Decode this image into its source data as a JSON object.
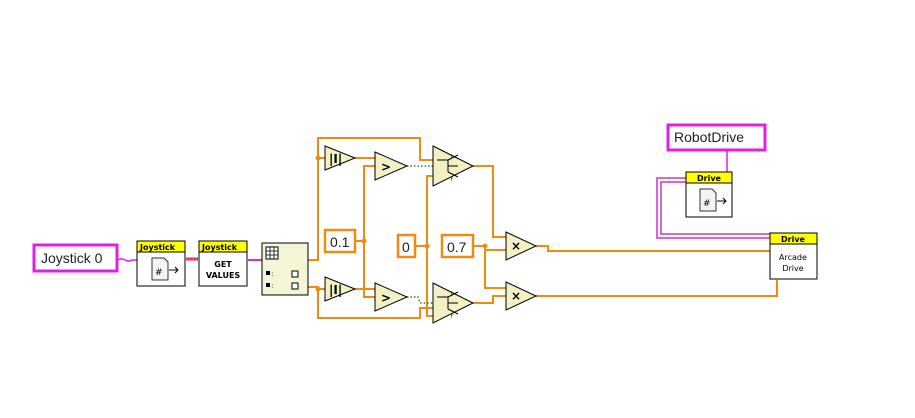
{
  "refs": {
    "joystick": "Joystick 0",
    "robotdrive": "RobotDrive"
  },
  "vis": {
    "joystick_open": {
      "header": "Joystick"
    },
    "joystick_get": {
      "header": "Joystick",
      "line1": "GET",
      "line2": "VALUES"
    },
    "drive_open": {
      "header": "Drive"
    },
    "drive_arcade": {
      "header": "Drive",
      "line1": "Arcade",
      "line2": "Drive"
    }
  },
  "constants": {
    "deadband": "0.1",
    "zero": "0",
    "scale": "0.7"
  },
  "operators": {
    "abs": "|I|",
    "greater": ">",
    "multiply": "×"
  },
  "icons": {
    "ref_file_icon": "file-ref-icon",
    "unbundle_icon": "index-array-icon"
  },
  "colors": {
    "wire_numeric": "#f08a12",
    "refnum": "#e020e0",
    "vi_header": "#ffff00",
    "boolean_wire": "#2a8a2a"
  }
}
